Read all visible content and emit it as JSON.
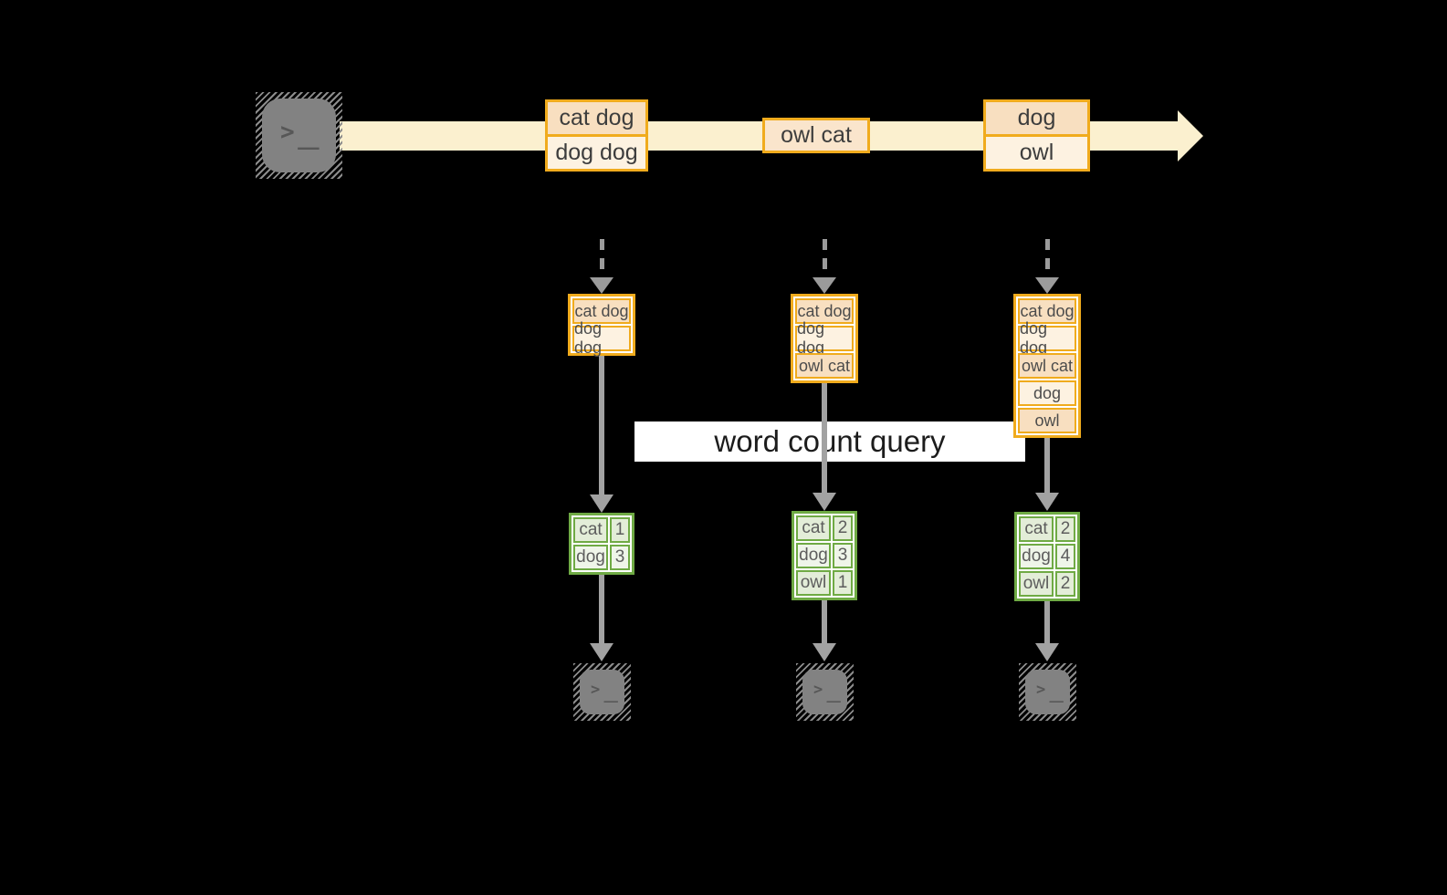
{
  "palette": {
    "background": "#000000",
    "stream_band": "#fbf0cf",
    "amber_border": "#f0ab1d",
    "peach_fill": "#f8dfc0",
    "cream_fill": "#fdf2e1",
    "green_border": "#6faa44",
    "green_cell_dark": "#e3edd8",
    "green_cell_light": "#eff5e9",
    "arrow_gray": "#a2a2a2",
    "terminal_gray": "#828282",
    "banner_bg": "#ffffff"
  },
  "terminal": {
    "prompt": ">",
    "cursor": "_"
  },
  "stream": {
    "events": [
      {
        "rows": [
          "cat dog",
          "dog dog"
        ]
      },
      {
        "rows": [
          "owl cat"
        ]
      },
      {
        "rows": [
          "dog",
          "owl"
        ]
      }
    ]
  },
  "query": {
    "label": "word count query"
  },
  "columns": [
    {
      "buffer": [
        "cat dog",
        "dog dog"
      ],
      "counts": [
        {
          "word": "cat",
          "value": "1"
        },
        {
          "word": "dog",
          "value": "3"
        }
      ]
    },
    {
      "buffer": [
        "cat dog",
        "dog dog",
        "owl cat"
      ],
      "counts": [
        {
          "word": "cat",
          "value": "2"
        },
        {
          "word": "dog",
          "value": "3"
        },
        {
          "word": "owl",
          "value": "1"
        }
      ]
    },
    {
      "buffer": [
        "cat dog",
        "dog dog",
        "owl cat",
        "dog",
        "owl"
      ],
      "counts": [
        {
          "word": "cat",
          "value": "2"
        },
        {
          "word": "dog",
          "value": "4"
        },
        {
          "word": "owl",
          "value": "2"
        }
      ]
    }
  ]
}
